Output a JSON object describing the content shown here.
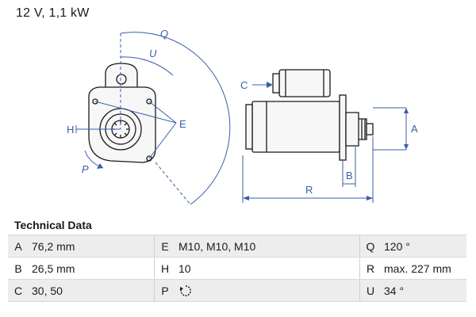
{
  "header": {
    "rating": "12 V, 1,1 kW"
  },
  "drawing": {
    "labels": {
      "Q": "Q",
      "U": "U",
      "E": "E",
      "H": "H",
      "P": "P",
      "C": "C",
      "A": "A",
      "B": "B",
      "R": "R"
    },
    "colors": {
      "dimension": "#3a5fa8",
      "line": "#1a1a1a",
      "fill": "#f2f2f2"
    },
    "icons": [
      "rotation-icon"
    ]
  },
  "technical_data": {
    "title": "Technical Data",
    "rows": [
      {
        "k1": "A",
        "v1": "76,2 mm",
        "k2": "E",
        "v2": "M10, M10, M10",
        "k3": "Q",
        "v3": "120 °"
      },
      {
        "k1": "B",
        "v1": "26,5 mm",
        "k2": "H",
        "v2": "10",
        "k3": "R",
        "v3": "max. 227 mm"
      },
      {
        "k1": "C",
        "v1": "30, 50",
        "k2": "P",
        "v2": "",
        "k3": "U",
        "v3": "34 °"
      }
    ]
  }
}
